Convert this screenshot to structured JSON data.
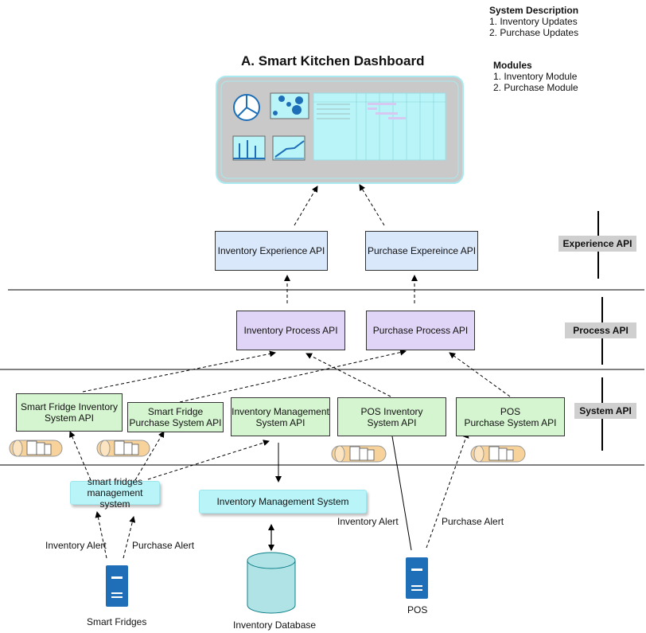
{
  "description": {
    "heading": "System Description",
    "items": [
      "1. Inventory Updates",
      "2. Purchase Updates"
    ]
  },
  "modules": {
    "heading": "Modules",
    "items": [
      "1. Inventory Module",
      "2. Purchase Module"
    ]
  },
  "dashboard": {
    "title": "A. Smart Kitchen Dashboard"
  },
  "tiers": {
    "experience": "Experience API",
    "process": "Process API",
    "system": "System API"
  },
  "experience_apis": {
    "inventory": "Inventory Experience API",
    "purchase": "Purchase Expereince API"
  },
  "process_apis": {
    "inventory": "Inventory Process API",
    "purchase": "Purchase Process API"
  },
  "system_apis": {
    "fridge_inventory": [
      "Smart Fridge Inventory",
      "System API"
    ],
    "fridge_purchase": [
      "Smart Fridge",
      "Purchase System API"
    ],
    "inventory_mgmt": [
      "Inventory Management",
      "System API"
    ],
    "pos_inventory": [
      "POS Inventory",
      "System API"
    ],
    "pos_purchase": [
      "POS",
      "Purchase System API"
    ]
  },
  "systems": {
    "smart_fridges_mgmt": [
      "smart fridges",
      "management",
      "system"
    ],
    "inventory_mgmt_system": "Inventory Management System"
  },
  "alerts": {
    "fridge_inventory": "Inventory Alert",
    "fridge_purchase": "Purchase Alert",
    "pos_inventory": "Inventory Alert",
    "pos_purchase": "Purchase Alert"
  },
  "devices": {
    "smart_fridges": "Smart Fridges",
    "database": "Inventory Database",
    "pos": "POS"
  },
  "colors": {
    "experience_fill": "#dae8fc",
    "process_fill": "#e1d5f7",
    "system_fill": "#d5f5d0",
    "system_component_fill": "#b9f5f8",
    "server_blue": "#1e6fb8",
    "queue_fill": "#f7d29a"
  }
}
